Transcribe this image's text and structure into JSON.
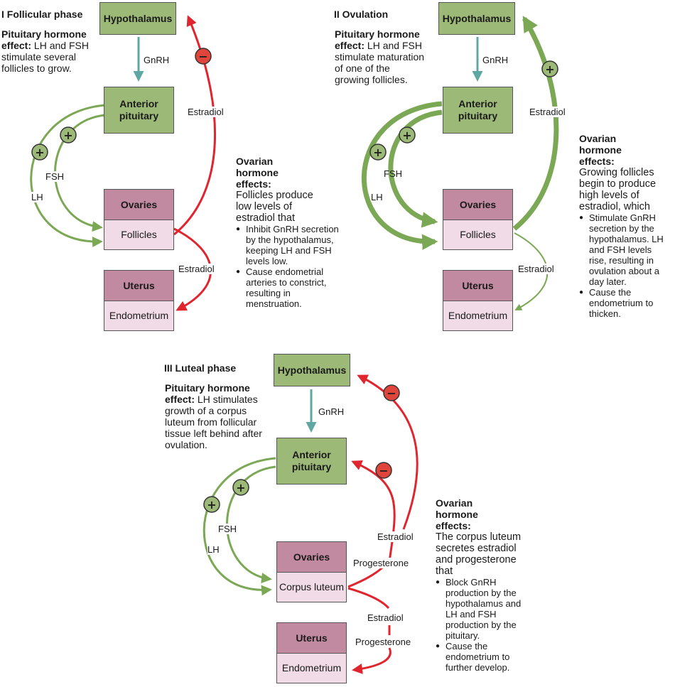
{
  "panel1": {
    "title": "I Follicular phase",
    "pit_label": "Pituitary hormone effect:",
    "pit_text": "LH and FSH stimulate several follicles to grow.",
    "hypothalamus": "Hypothalamus",
    "anterior": "Anterior pituitary",
    "ovaries": "Ovaries",
    "follicles": "Follicles",
    "uterus": "Uterus",
    "endometrium": "Endometrium",
    "gnrh": "GnRH",
    "estradiol_up": "Estradiol",
    "estradiol_down": "Estradiol",
    "fsh": "FSH",
    "lh": "LH",
    "ovarian_title": "Ovarian hormone effects:",
    "ovarian_intro": "Follicles produce low levels of estradiol that",
    "bullets": [
      "Inhibit GnRH secretion by the hypothalamus, keeping LH and FSH levels low.",
      "Cause endometrial arteries to constrict, resulting in menstruation."
    ]
  },
  "panel2": {
    "title": "II Ovulation",
    "pit_label": "Pituitary hormone effect:",
    "pit_text": "LH and FSH stimulate maturation of one of the growing follicles.",
    "hypothalamus": "Hypothalamus",
    "anterior": "Anterior pituitary",
    "ovaries": "Ovaries",
    "follicles": "Follicles",
    "uterus": "Uterus",
    "endometrium": "Endometrium",
    "gnrh": "GnRH",
    "estradiol_up": "Estradiol",
    "estradiol_down": "Estradiol",
    "fsh": "FSH",
    "lh": "LH",
    "ovarian_title": "Ovarian hormone effects:",
    "ovarian_intro": "Growing follicles begin to produce high levels of estradiol, which",
    "bullets": [
      "Stimulate GnRH secretion by the hypothalamus. LH and FSH levels rise, resulting in ovulation about a day later.",
      "Cause the endometrium to thicken."
    ]
  },
  "panel3": {
    "title": "III Luteal phase",
    "pit_label": "Pituitary hormone effect:",
    "pit_text": "LH stimulates growth of a corpus luteum from follicular tissue left behind after ovulation.",
    "hypothalamus": "Hypothalamus",
    "anterior": "Anterior pituitary",
    "ovaries": "Ovaries",
    "corpus": "Corpus luteum",
    "uterus": "Uterus",
    "endometrium": "Endometrium",
    "gnrh": "GnRH",
    "estradiol_up": "Estradiol",
    "progesterone_up": "Progesterone",
    "estradiol_down": "Estradiol",
    "progesterone_down": "Progesterone",
    "fsh": "FSH",
    "lh": "LH",
    "ovarian_title": "Ovarian hormone effects:",
    "ovarian_intro": "The corpus luteum secretes estradiol and progesterone that",
    "bullets": [
      "Block GnRH production by the hypothalamus and LH and FSH production by the pituitary.",
      "Cause the endometrium to further develop."
    ]
  },
  "signs": {
    "plus": "+",
    "minus": "−"
  },
  "colors": {
    "green_box": "#9db977",
    "pink_box": "#c28aa1",
    "light_pink": "#f0dbe6",
    "green_arrow": "#7ba854",
    "red_arrow": "#e0252f",
    "teal_arrow": "#5fa7a3"
  }
}
